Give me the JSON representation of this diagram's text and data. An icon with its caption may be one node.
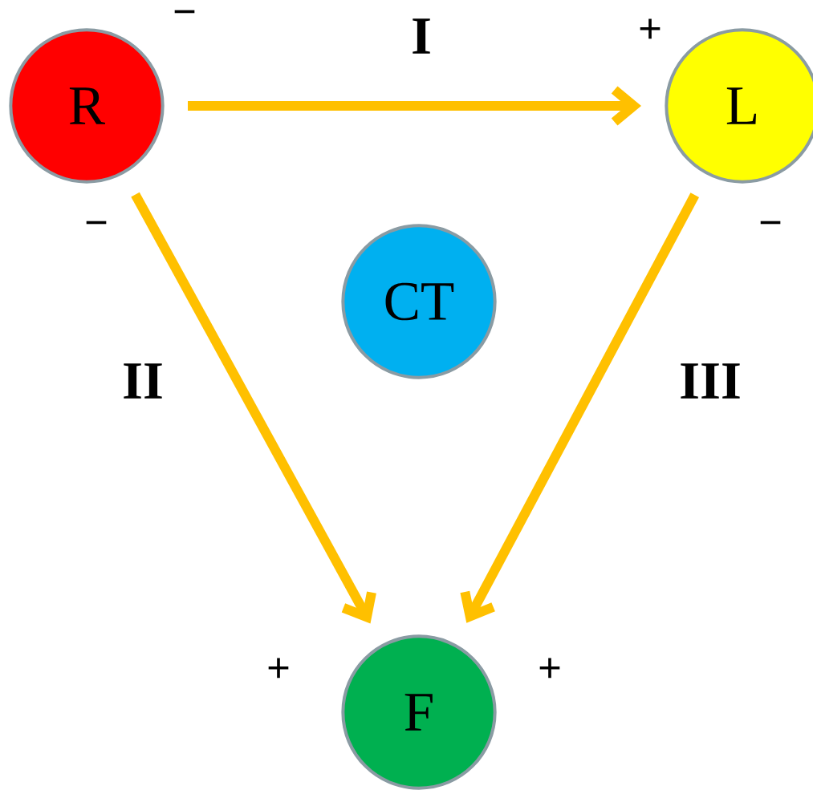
{
  "diagram": {
    "nodes": [
      {
        "text": [
          "R"
        ],
        "beside": [
          "−",
          "−"
        ]
      },
      {
        "text": [
          "L"
        ],
        "beside": [
          "+",
          "−"
        ]
      },
      {
        "text": [
          "CT"
        ]
      },
      {
        "text": [
          "F"
        ],
        "beside": [
          "+",
          "+"
        ]
      }
    ],
    "edges": [
      {
        "from": 0,
        "to": 1,
        "arrow": "to",
        "label": "I"
      },
      {
        "from": 0,
        "to": 3,
        "arrow": "to",
        "label": "II"
      },
      {
        "from": 1,
        "to": 3,
        "arrow": "to",
        "label": "III"
      }
    ]
  }
}
